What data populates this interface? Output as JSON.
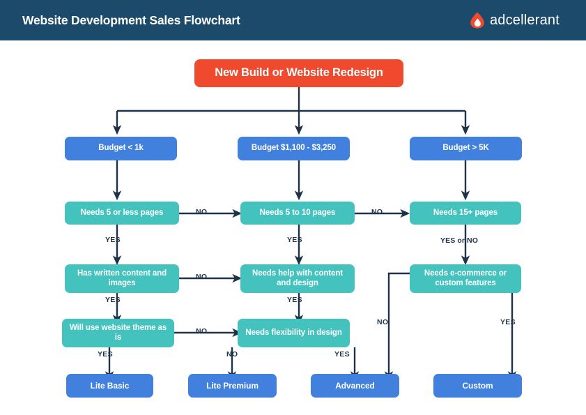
{
  "header": {
    "title": "Website Development Sales Flowchart",
    "brand_name": "adcellerant",
    "logo_icon": "flame-droplet-icon",
    "bg_color": "#1b4a6b",
    "logo_color": "#f04a2e"
  },
  "palette": {
    "start_node": "#f04a2e",
    "budget_node": "#4280de",
    "decision_node": "#43c2be",
    "result_node": "#4280de",
    "connector": "#1f3348",
    "label_text": "#1f3348",
    "background": "#ffffff"
  },
  "flowchart": {
    "start": {
      "label": "New Build or Website Redesign"
    },
    "budgets": [
      {
        "label": "Budget < 1k"
      },
      {
        "label": "Budget  $1,100 - $3,250"
      },
      {
        "label": "Budget  > 5K"
      }
    ],
    "decisions": {
      "pages_low": "Needs 5 or less pages",
      "pages_mid": "Needs 5 to 10 pages",
      "pages_high": "Needs 15+ pages",
      "content_low": "Has written content and images",
      "content_mid": "Needs help with content and design",
      "ecommerce": "Needs e-commerce or custom features",
      "theme_low": "Will use website theme as is",
      "flexibility_mid": "Needs flexibility in design"
    },
    "results": [
      {
        "label": "Lite Basic"
      },
      {
        "label": "Lite Premium"
      },
      {
        "label": "Advanced"
      },
      {
        "label": "Custom"
      }
    ],
    "edge_labels": {
      "pages_low_no": "NO",
      "pages_mid_no": "NO",
      "pages_low_yes": "YES",
      "pages_mid_yes": "YES",
      "pages_high_yes_or_no": "YES or NO",
      "content_low_no": "NO",
      "content_low_yes": "YES",
      "content_mid_yes": "YES",
      "theme_low_no": "NO",
      "theme_low_yes": "YES",
      "flexibility_no": "NO",
      "flexibility_yes": "YES",
      "ecommerce_no": "NO",
      "ecommerce_yes": "YES"
    }
  }
}
